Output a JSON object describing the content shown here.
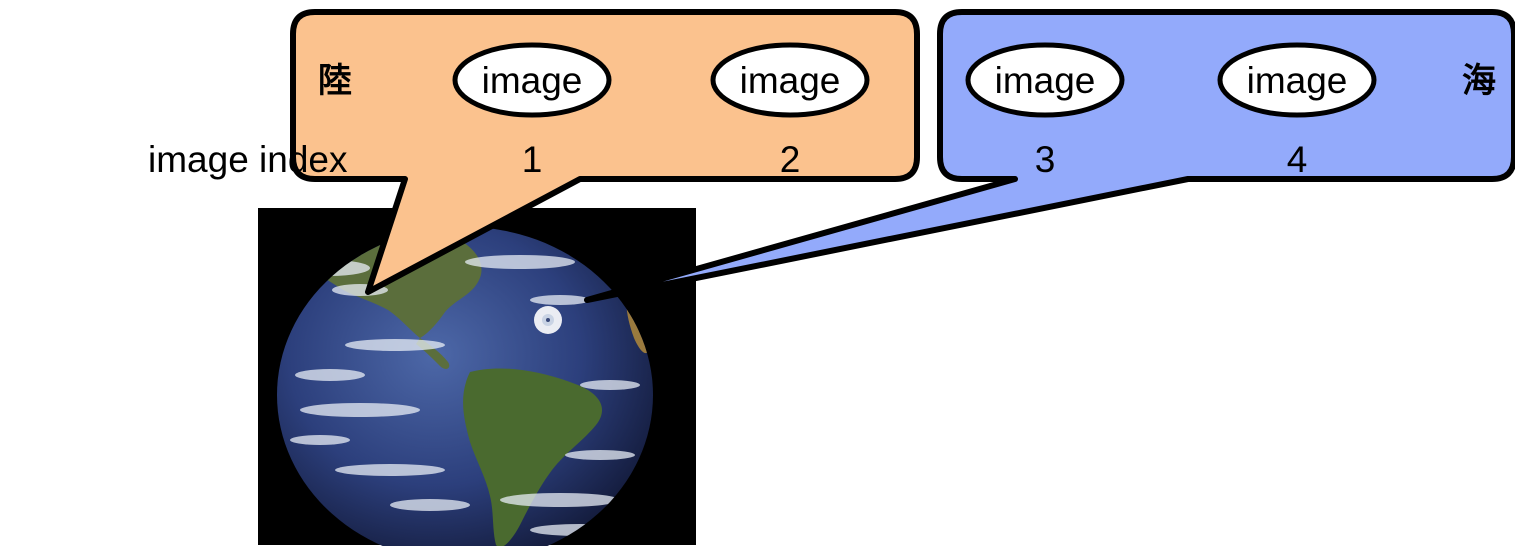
{
  "caption": "image index",
  "land_group": {
    "label": "陸",
    "fill": "#FBC28E",
    "images": [
      {
        "text": "image",
        "index": "1"
      },
      {
        "text": "image",
        "index": "2"
      }
    ]
  },
  "sea_group": {
    "label": "海",
    "fill": "#93AAFB",
    "images": [
      {
        "text": "image",
        "index": "3"
      },
      {
        "text": "image",
        "index": "4"
      }
    ]
  },
  "colors": {
    "outline": "#000000",
    "photo_background": "#000000",
    "ocean": "#2E3F7A",
    "land": "#4E6B35"
  }
}
